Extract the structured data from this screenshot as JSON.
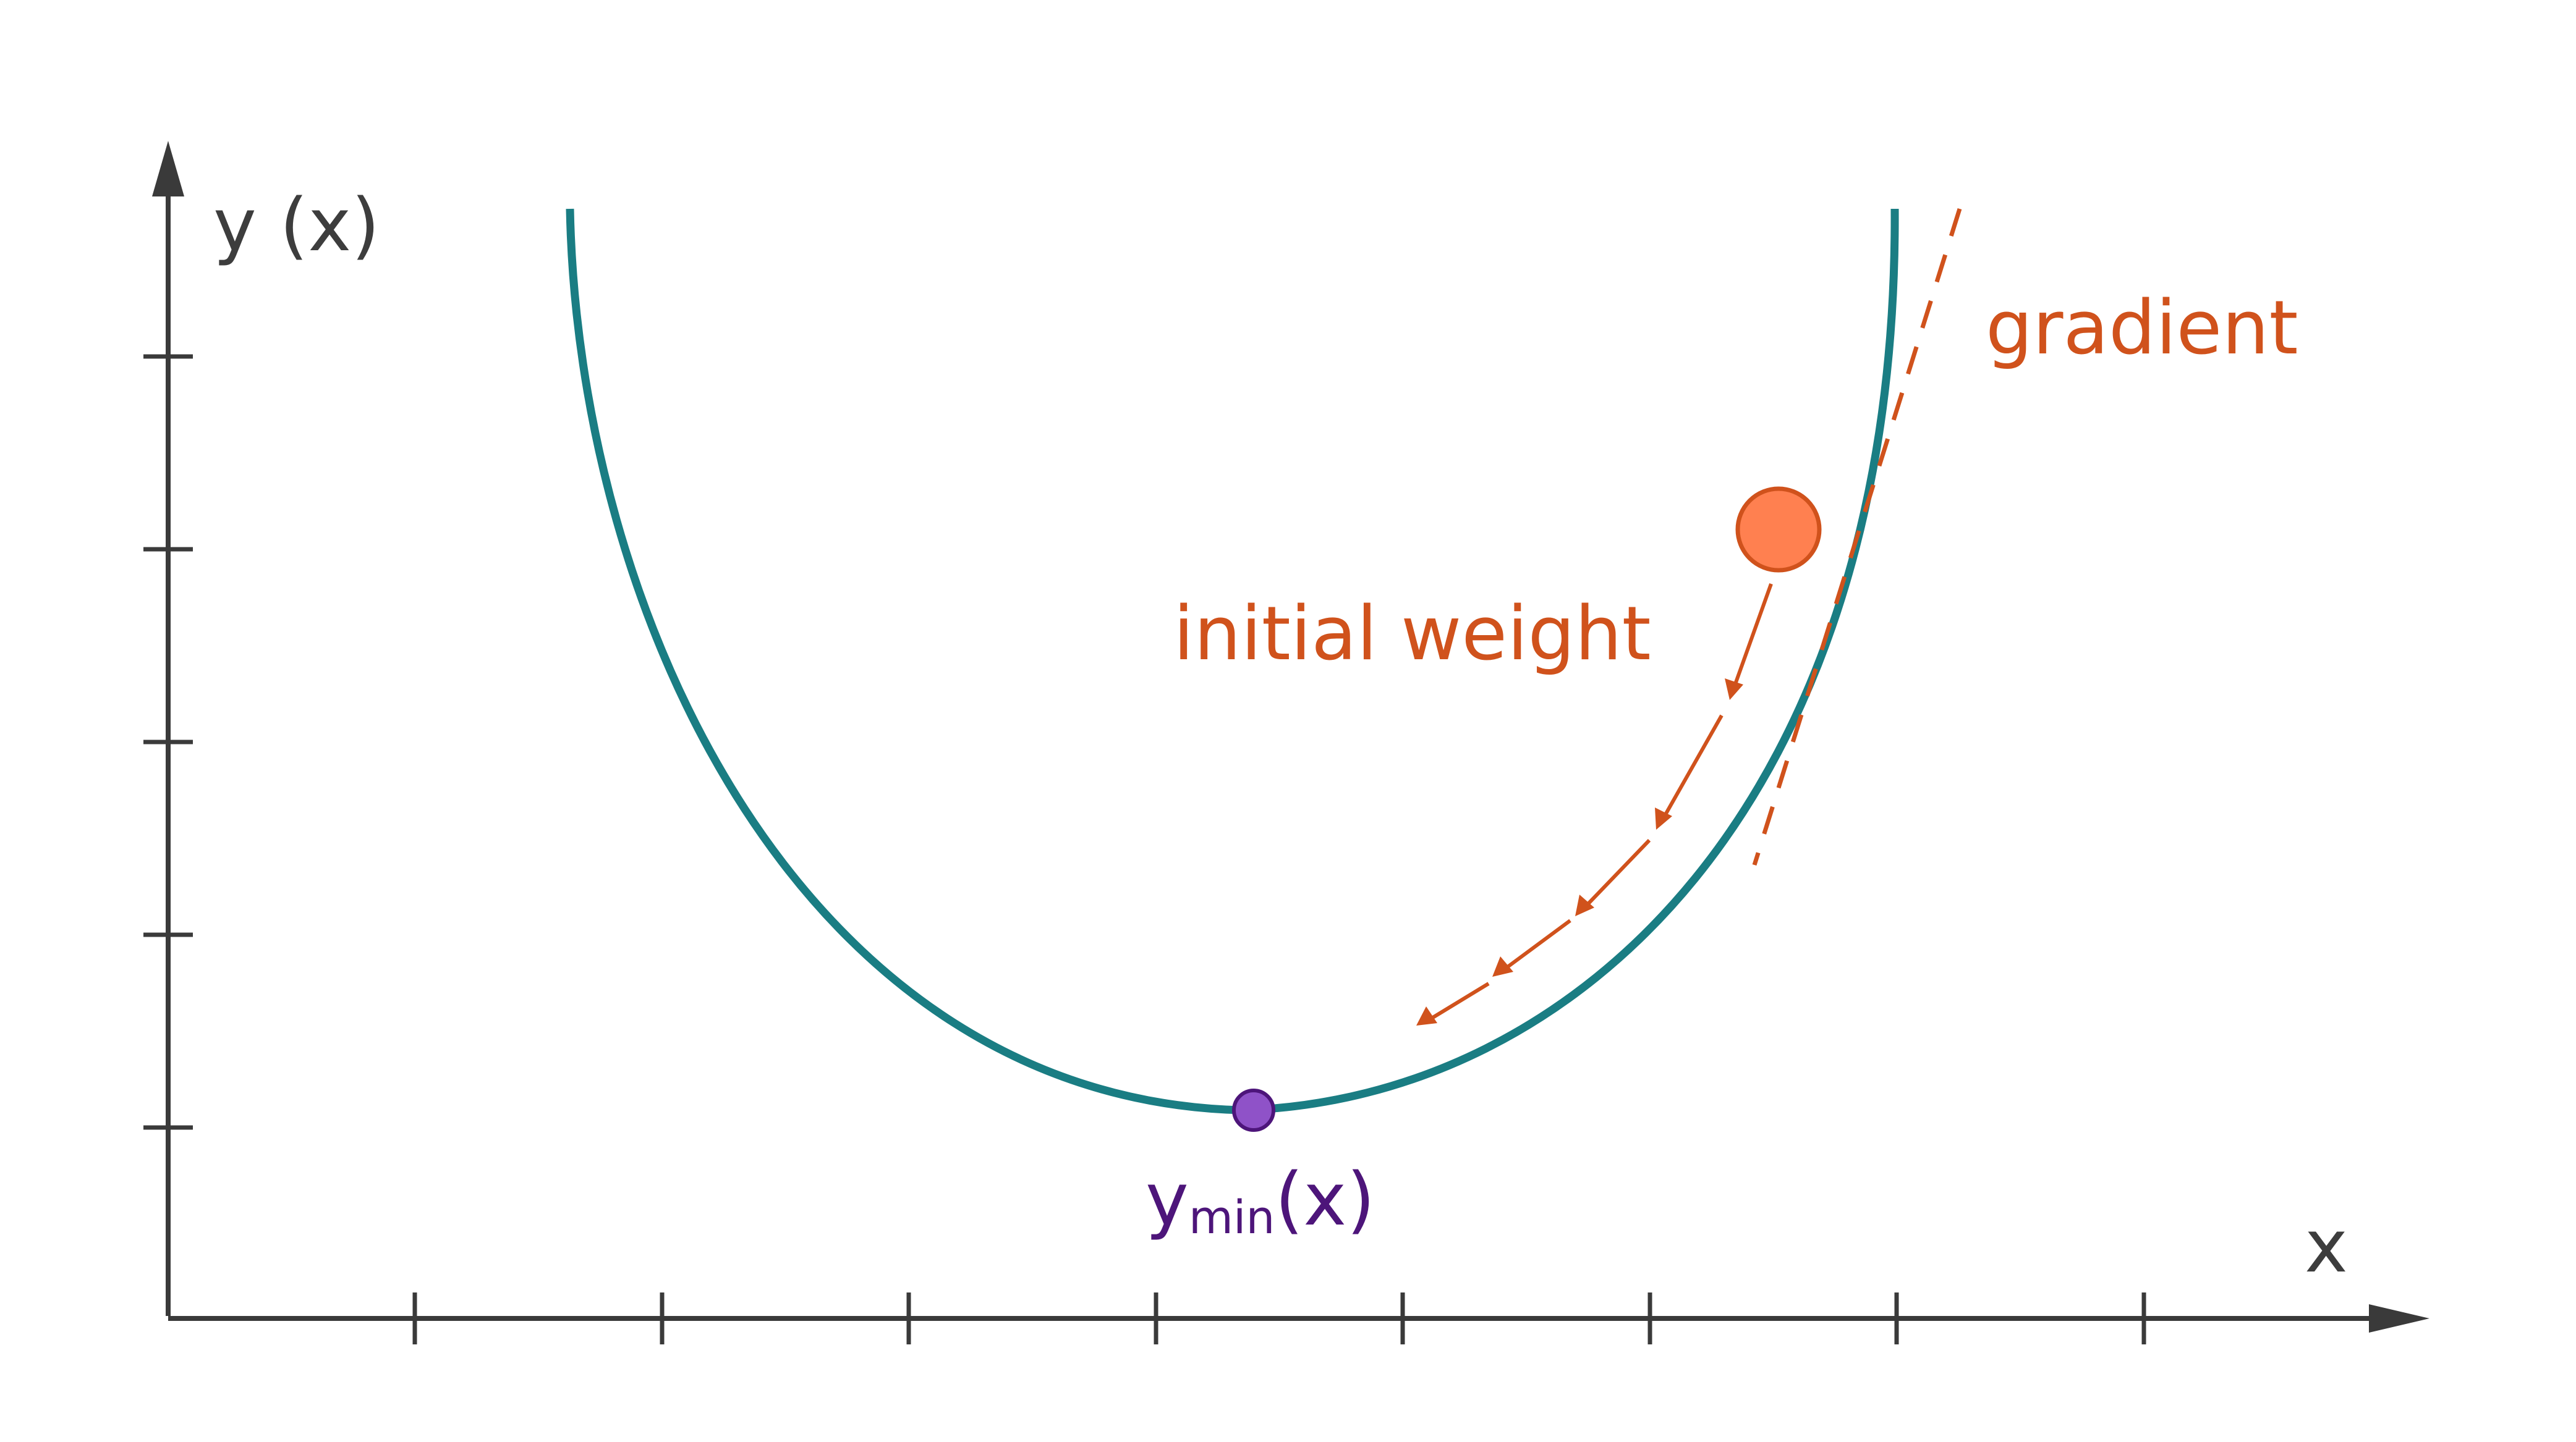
{
  "axes": {
    "y_label": "y (x)",
    "x_label": "x"
  },
  "annotations": {
    "gradient": "gradient",
    "initial_weight": "initial weight",
    "minimum_label_base": "y",
    "minimum_label_sub": "min",
    "minimum_label_tail": "(x)"
  },
  "colors": {
    "curve": "#1a7d83",
    "gradient": "#d0521c",
    "initial_weight_fill": "#ff8050",
    "initial_weight_stroke": "#d0521c",
    "minimum_fill": "#8f52c8",
    "minimum_stroke": "#4d157a",
    "axes": "#3a3a3a"
  },
  "icons": {
    "initial_weight": "orange-circle",
    "minimum": "purple-dot"
  }
}
